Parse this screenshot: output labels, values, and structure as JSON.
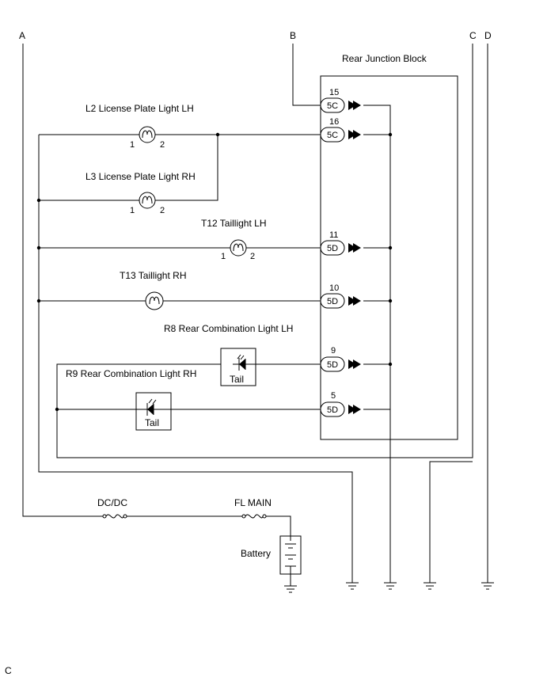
{
  "wire_labels": {
    "a": "A",
    "b": "B",
    "c": "C",
    "d": "D",
    "corner_c": "C"
  },
  "junction_block": {
    "title": "Rear Junction Block",
    "terminals": [
      {
        "pin": "15",
        "connector": "5C"
      },
      {
        "pin": "16",
        "connector": "5C"
      },
      {
        "pin": "11",
        "connector": "5D"
      },
      {
        "pin": "10",
        "connector": "5D"
      },
      {
        "pin": "9",
        "connector": "5D"
      },
      {
        "pin": "5",
        "connector": "5D"
      }
    ]
  },
  "components": {
    "l2": {
      "label": "L2 License Plate Light LH",
      "pin1": "1",
      "pin2": "2"
    },
    "l3": {
      "label": "L3 License Plate Light RH",
      "pin1": "1",
      "pin2": "2"
    },
    "t12": {
      "label": "T12 Taillight LH",
      "pin1": "1",
      "pin2": "2"
    },
    "t13": {
      "label": "T13 Taillight RH"
    },
    "r8": {
      "label": "R8 Rear Combination Light LH",
      "inner": "Tail"
    },
    "r9": {
      "label": "R9 Rear Combination Light RH",
      "inner": "Tail"
    }
  },
  "power": {
    "fuse_dcdc": "DC/DC",
    "fuse_flmain": "FL MAIN",
    "battery": "Battery"
  }
}
